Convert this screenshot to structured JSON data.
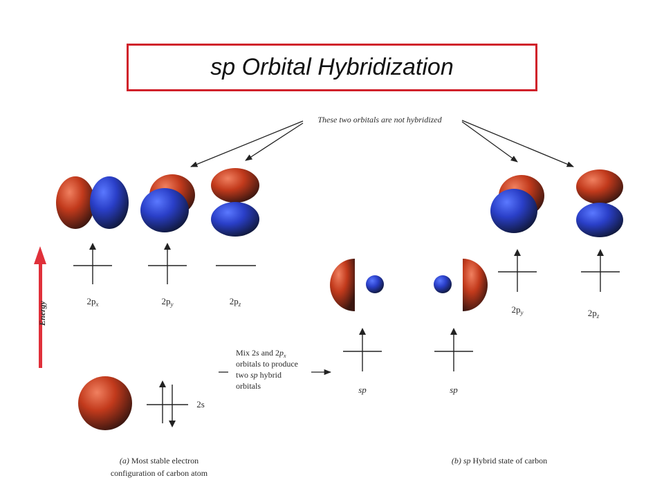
{
  "title": "sp Orbital Hybridization",
  "callout": "These two orbitals are not hybridized",
  "energy_axis": {
    "label": "Energy"
  },
  "panel_a": {
    "levels": [
      {
        "label": "2p",
        "sub": "x"
      },
      {
        "label": "2p",
        "sub": "y"
      },
      {
        "label": "2p",
        "sub": "z"
      }
    ],
    "s_level": {
      "label": "2s"
    },
    "caption_tag": "(a)",
    "caption_line1": "Most stable electron",
    "caption_line2": "configuration of carbon atom"
  },
  "mix_note": {
    "line1_pre": "Mix 2",
    "line1_s": "s",
    "line1_mid": " and 2",
    "line1_p": "p",
    "line1_sub": "x",
    "line2_pre": "orbitals to produce",
    "line3_pre": "two ",
    "line3_sp": "sp",
    "line3_post": " hybrid",
    "line4": "orbitals"
  },
  "panel_b": {
    "hybrid_levels": [
      {
        "label": "sp"
      },
      {
        "label": "sp"
      }
    ],
    "p_levels": [
      {
        "label": "2p",
        "sub": "y"
      },
      {
        "label": "2p",
        "sub": "z"
      }
    ],
    "caption_tag": "(b)",
    "caption_sp": "sp",
    "caption_rest": "Hybrid state of carbon"
  },
  "colors": {
    "lobe_red": "#c23a1c",
    "lobe_blue": "#2a3fc8",
    "energy_arrow": "#e0303a",
    "title_border": "#d0202a"
  }
}
